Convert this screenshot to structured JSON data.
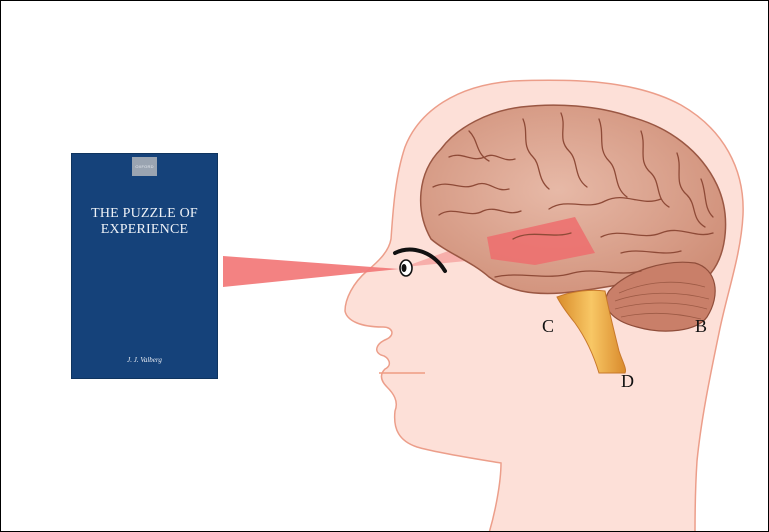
{
  "book": {
    "badge": "OXFORD",
    "title_line1": "THE PUZZLE OF",
    "title_line2": "EXPERIENCE",
    "author": "J. J. Valberg"
  },
  "labels": {
    "c": "C",
    "b": "B",
    "d": "D"
  },
  "colors": {
    "skin": "#fde0d8",
    "skin_outline": "#ec9e8a",
    "brain": "#d8a08a",
    "brain_fold": "#8e4a37",
    "visual_beam": "#f27b7b",
    "cerebellum": "#c97f69",
    "brainstem": "#f0b24c",
    "book_cover": "#15427a"
  }
}
